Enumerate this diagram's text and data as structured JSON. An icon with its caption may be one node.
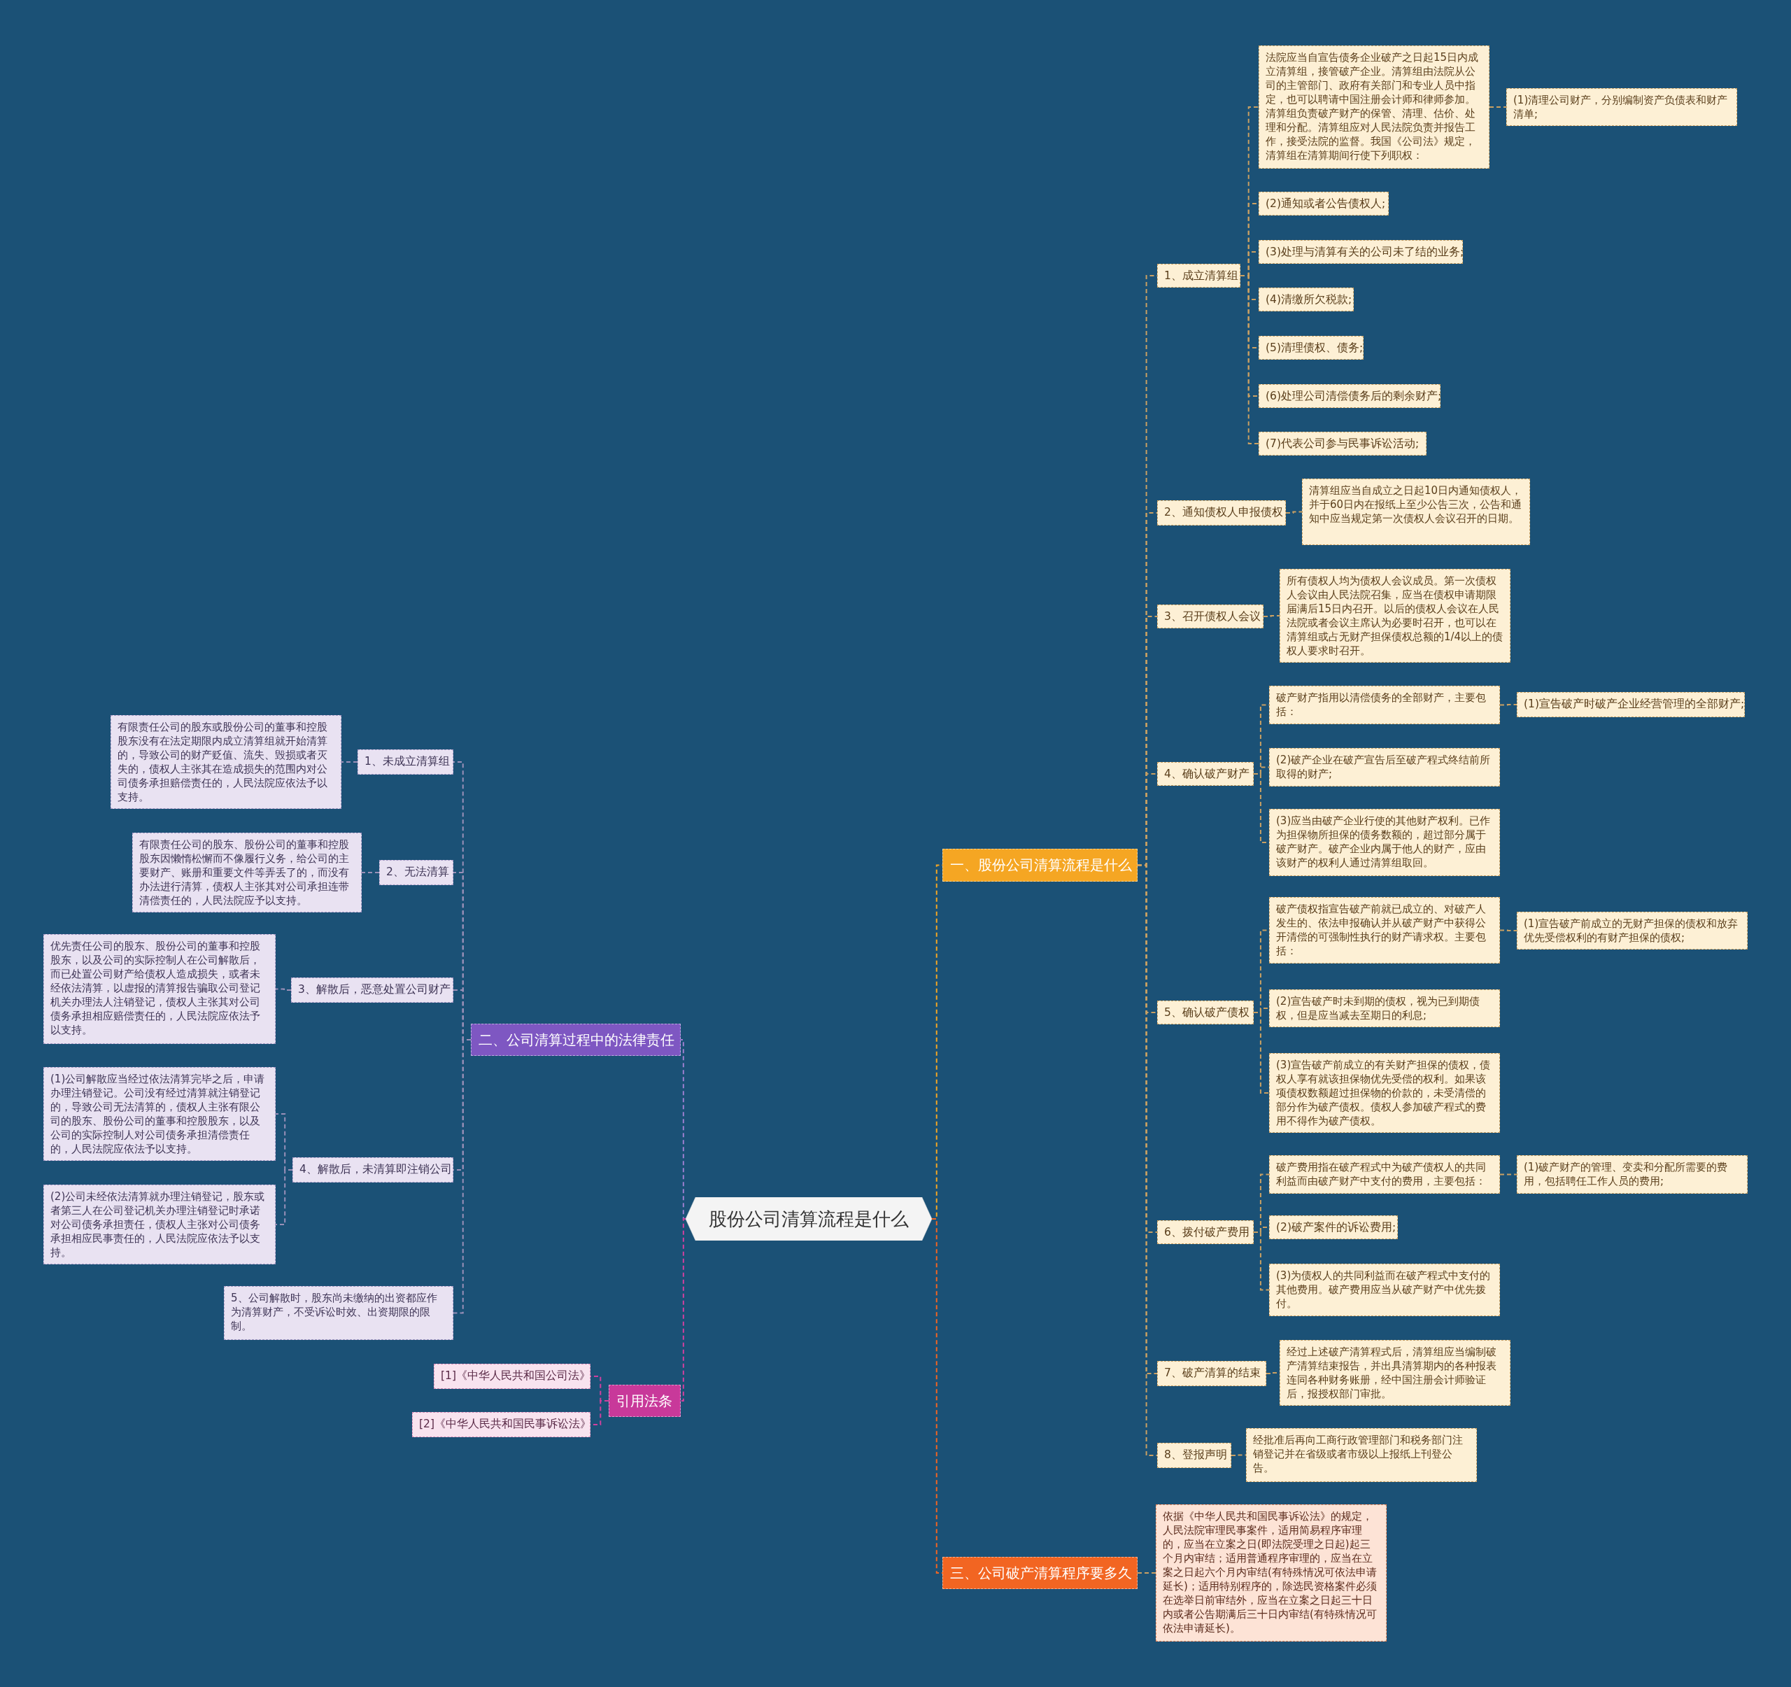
{
  "diagram": {
    "nodes": [
      {
        "text": [
          "股份公司清算流程是什么"
        ]
      },
      {
        "text": [
          "一、股份公司清算流程是什么"
        ]
      },
      {
        "text": [
          "1、成立清算组"
        ]
      },
      {
        "text": [
          "法院应当自宣告债务企业破产之日起15日内成立清算组，接管破产企业。清算组由法院从公司的主管部门、政府有关部门和专业人员中指定，也可以聘请中国注册会计师和律师参加。清算组负责破产财产的保管、清理、估价、处理和分配。清算组应对人民法院负责并报告工作，接受法院的监督。我国《公司法》规定，清算组在清算期间行使下列职权："
        ]
      },
      {
        "text": [
          "(1)清理公司财产，分别编制资产负债表和财产清单;"
        ]
      },
      {
        "text": [
          "(2)通知或者公告债权人;"
        ]
      },
      {
        "text": [
          "(3)处理与清算有关的公司未了结的业务;"
        ]
      },
      {
        "text": [
          "(4)清缴所欠税款;"
        ]
      },
      {
        "text": [
          "(5)清理债权、债务;"
        ]
      },
      {
        "text": [
          "(6)处理公司清偿债务后的剩余财产;"
        ]
      },
      {
        "text": [
          "(7)代表公司参与民事诉讼活动;"
        ]
      },
      {
        "text": [
          "2、通知债权人申报债权"
        ]
      },
      {
        "text": [
          "清算组应当自成立之日起10日内通知债权人，并于60日内在报纸上至少公告三次，公告和通知中应当规定第一次债权人会议召开的日期。"
        ]
      },
      {
        "text": [
          "3、召开债权人会议"
        ]
      },
      {
        "text": [
          "所有债权人均为债权人会议成员。第一次债权人会议由人民法院召集，应当在债权申请期限届满后15日内召开。以后的债权人会议在人民法院或者会议主席认为必要时召开，也可以在清算组或占无财产担保债权总额的1/4以上的债权人要求时召开。"
        ]
      },
      {
        "text": [
          "4、确认破产财产"
        ]
      },
      {
        "text": [
          "破产财产指用以清偿债务的全部财产，主要包括："
        ]
      },
      {
        "text": [
          "(1)宣告破产时破产企业经营管理的全部财产;"
        ]
      },
      {
        "text": [
          "(2)破产企业在破产宣告后至破产程式终结前所取得的财产;"
        ]
      },
      {
        "text": [
          "(3)应当由破产企业行使的其他财产权利。已作为担保物所担保的债务数额的，超过部分属于破产财产。破产企业内属于他人的财产，应由该财产的权利人通过清算组取回。"
        ]
      },
      {
        "text": [
          "5、确认破产债权"
        ]
      },
      {
        "text": [
          "破产债权指宣告破产前就已成立的、对破产人发生的、依法申报确认并从破产财产中获得公开清偿的可强制性执行的财产请求权。主要包括："
        ]
      },
      {
        "text": [
          "(1)宣告破产前成立的无财产担保的债权和放弃优先受偿权利的有财产担保的债权;"
        ]
      },
      {
        "text": [
          "(2)宣告破产时未到期的债权，视为已到期债权，但是应当减去至期日的利息;"
        ]
      },
      {
        "text": [
          "(3)宣告破产前成立的有关财产担保的债权，债权人享有就该担保物优先受偿的权利。如果该项债权数额超过担保物的价款的，未受清偿的部分作为破产债权。债权人参加破产程式的费用不得作为破产债权。"
        ]
      },
      {
        "text": [
          "6、拨付破产费用"
        ]
      },
      {
        "text": [
          "破产费用指在破产程式中为破产债权人的共同利益而由破产财产中支付的费用，主要包括："
        ]
      },
      {
        "text": [
          "(1)破产财产的管理、变卖和分配所需要的费用，包括聘任工作人员的费用;"
        ]
      },
      {
        "text": [
          "(2)破产案件的诉讼费用;"
        ]
      },
      {
        "text": [
          "(3)为债权人的共同利益而在破产程式中支付的其他费用。破产费用应当从破产财产中优先拨付。"
        ]
      },
      {
        "text": [
          "7、破产清算的结束"
        ]
      },
      {
        "text": [
          "经过上述破产清算程式后，清算组应当编制破产清算结束报告，并出具清算期内的各种报表连同各种财务账册，经中国注册会计师验证后，报授权部门审批。"
        ]
      },
      {
        "text": [
          "8、登报声明"
        ]
      },
      {
        "text": [
          "经批准后再向工商行政管理部门和税务部门注销登记并在省级或者市级以上报纸上刊登公告。"
        ]
      },
      {
        "text": [
          "三、公司破产清算程序要多久"
        ]
      },
      {
        "text": [
          "依据《中华人民共和国民事诉讼法》的规定，人民法院审理民事案件，适用简易程序审理的，应当在立案之日(即法院受理之日起)起三个月内审结；适用普通程序审理的，应当在立案之日起六个月内审结(有特殊情况可依法申请延长)；适用特别程序的，除选民资格案件必须在选举日前审结外，应当在立案之日起三十日内或者公告期满后三十日内审结(有特殊情况可依法申请延长)。"
        ]
      },
      {
        "text": [
          "二、公司清算过程中的法律责任"
        ]
      },
      {
        "text": [
          "1、未成立清算组"
        ]
      },
      {
        "text": [
          "有限责任公司的股东或股份公司的董事和控股股东没有在法定期限内成立清算组就开始清算的，导致公司的财产贬值、流失、毁损或者灭失的，债权人主张其在造成损失的范围内对公司债务承担赔偿责任的，人民法院应依法予以支持。"
        ]
      },
      {
        "text": [
          "2、无法清算"
        ]
      },
      {
        "text": [
          "有限责任公司的股东、股份公司的董事和控股股东因懒惰松懈而不像履行义务，给公司的主要财产、账册和重要文件等弄丢了的，而没有办法进行清算，债权人主张其对公司承担连带清偿责任的，人民法院应予以支持。"
        ]
      },
      {
        "text": [
          "3、解散后，恶意处置公司财产"
        ]
      },
      {
        "text": [
          "优先责任公司的股东、股份公司的董事和控股股东，以及公司的实际控制人在公司解散后，而已处置公司财产给债权人造成损失，或者未经依法清算，以虚报的清算报告骗取公司登记机关办理法人注销登记，债权人主张其对公司债务承担相应赔偿责任的，人民法院应依法予以支持。"
        ]
      },
      {
        "text": [
          "4、解散后，未清算即注销公司"
        ]
      },
      {
        "text": [
          "(1)公司解散应当经过依法清算完毕之后，申请办理注销登记。公司没有经过清算就注销登记的，导致公司无法清算的，债权人主张有限公司的股东、股份公司的董事和控股股东，以及公司的实际控制人对公司债务承担清偿责任的，人民法院应依法予以支持。"
        ]
      },
      {
        "text": [
          "(2)公司未经依法清算就办理注销登记，股东或者第三人在公司登记机关办理注销登记时承诺对公司债务承担责任，债权人主张对公司债务承担相应民事责任的，人民法院应依法予以支持。"
        ]
      },
      {
        "text": [
          "5、公司解散时，股东尚未缴纳的出资都应作为清算财产，不受诉讼时效、出资期限的限制。"
        ]
      },
      {
        "text": [
          "引用法条"
        ]
      },
      {
        "text": [
          "[1]《中华人民共和国公司法》"
        ]
      },
      {
        "text": [
          "[2]《中华人民共和国民事诉讼法》"
        ]
      }
    ],
    "edges": [
      {
        "from": 0,
        "to": 1,
        "arrow": "none",
        "style": "dashed",
        "color": "#f5a623"
      },
      {
        "from": 0,
        "to": 34,
        "arrow": "none",
        "style": "dashed",
        "color": "#f26522"
      },
      {
        "from": 0,
        "to": 36,
        "arrow": "none",
        "style": "dashed",
        "color": "#9b7fcf"
      },
      {
        "from": 0,
        "to": 47,
        "arrow": "none",
        "style": "dashed",
        "color": "#d0409f"
      },
      {
        "from": 1,
        "to": 2,
        "arrow": "none",
        "style": "dashed"
      },
      {
        "from": 1,
        "to": 11,
        "arrow": "none",
        "style": "dashed"
      },
      {
        "from": 1,
        "to": 13,
        "arrow": "none",
        "style": "dashed"
      },
      {
        "from": 1,
        "to": 15,
        "arrow": "none",
        "style": "dashed"
      },
      {
        "from": 1,
        "to": 20,
        "arrow": "none",
        "style": "dashed"
      },
      {
        "from": 1,
        "to": 25,
        "arrow": "none",
        "style": "dashed"
      },
      {
        "from": 1,
        "to": 30,
        "arrow": "none",
        "style": "dashed"
      },
      {
        "from": 1,
        "to": 32,
        "arrow": "none",
        "style": "dashed"
      },
      {
        "from": 2,
        "to": 3,
        "arrow": "none",
        "style": "dashed"
      },
      {
        "from": 3,
        "to": 4,
        "arrow": "none",
        "style": "dashed"
      },
      {
        "from": 2,
        "to": 5,
        "arrow": "none",
        "style": "dashed"
      },
      {
        "from": 2,
        "to": 6,
        "arrow": "none",
        "style": "dashed"
      },
      {
        "from": 2,
        "to": 7,
        "arrow": "none",
        "style": "dashed"
      },
      {
        "from": 2,
        "to": 8,
        "arrow": "none",
        "style": "dashed"
      },
      {
        "from": 2,
        "to": 9,
        "arrow": "none",
        "style": "dashed"
      },
      {
        "from": 2,
        "to": 10,
        "arrow": "none",
        "style": "dashed"
      },
      {
        "from": 11,
        "to": 12,
        "arrow": "none",
        "style": "dashed"
      },
      {
        "from": 13,
        "to": 14,
        "arrow": "none",
        "style": "dashed"
      },
      {
        "from": 15,
        "to": 16,
        "arrow": "none",
        "style": "dashed"
      },
      {
        "from": 16,
        "to": 17,
        "arrow": "none",
        "style": "dashed"
      },
      {
        "from": 15,
        "to": 18,
        "arrow": "none",
        "style": "dashed"
      },
      {
        "from": 15,
        "to": 19,
        "arrow": "none",
        "style": "dashed"
      },
      {
        "from": 20,
        "to": 21,
        "arrow": "none",
        "style": "dashed"
      },
      {
        "from": 21,
        "to": 22,
        "arrow": "none",
        "style": "dashed"
      },
      {
        "from": 20,
        "to": 23,
        "arrow": "none",
        "style": "dashed"
      },
      {
        "from": 20,
        "to": 24,
        "arrow": "none",
        "style": "dashed"
      },
      {
        "from": 25,
        "to": 26,
        "arrow": "none",
        "style": "dashed"
      },
      {
        "from": 26,
        "to": 27,
        "arrow": "none",
        "style": "dashed"
      },
      {
        "from": 25,
        "to": 28,
        "arrow": "none",
        "style": "dashed"
      },
      {
        "from": 25,
        "to": 29,
        "arrow": "none",
        "style": "dashed"
      },
      {
        "from": 30,
        "to": 31,
        "arrow": "none",
        "style": "dashed"
      },
      {
        "from": 32,
        "to": 33,
        "arrow": "none",
        "style": "dashed"
      },
      {
        "from": 34,
        "to": 35,
        "arrow": "none",
        "style": "dashed"
      },
      {
        "from": 36,
        "to": 37,
        "arrow": "none",
        "style": "dashed",
        "color": "#9a90b8"
      },
      {
        "from": 36,
        "to": 39,
        "arrow": "none",
        "style": "dashed",
        "color": "#9a90b8"
      },
      {
        "from": 36,
        "to": 41,
        "arrow": "none",
        "style": "dashed",
        "color": "#9a90b8"
      },
      {
        "from": 36,
        "to": 43,
        "arrow": "none",
        "style": "dashed",
        "color": "#9a90b8"
      },
      {
        "from": 36,
        "to": 46,
        "arrow": "none",
        "style": "dashed",
        "color": "#9a90b8"
      },
      {
        "from": 37,
        "to": 38,
        "arrow": "none",
        "style": "dashed",
        "color": "#9a90b8"
      },
      {
        "from": 39,
        "to": 40,
        "arrow": "none",
        "style": "dashed",
        "color": "#9a90b8"
      },
      {
        "from": 41,
        "to": 42,
        "arrow": "none",
        "style": "dashed",
        "color": "#9a90b8"
      },
      {
        "from": 43,
        "to": 44,
        "arrow": "none",
        "style": "dashed",
        "color": "#9a90b8"
      },
      {
        "from": 43,
        "to": 45,
        "arrow": "none",
        "style": "dashed",
        "color": "#9a90b8"
      },
      {
        "from": 47,
        "to": 48,
        "arrow": "none",
        "style": "dashed",
        "color": "#d0409f"
      },
      {
        "from": 47,
        "to": 49,
        "arrow": "none",
        "style": "dashed",
        "color": "#d0409f"
      }
    ]
  }
}
